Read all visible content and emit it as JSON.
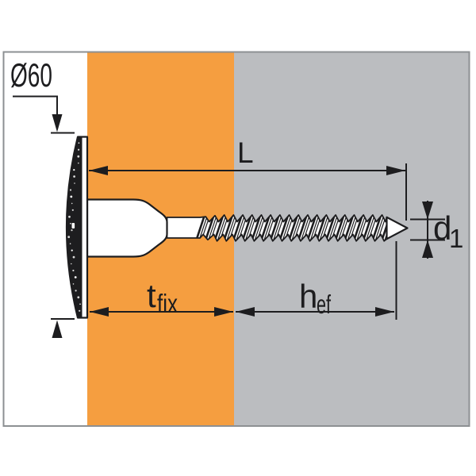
{
  "diagram": {
    "description": "Technical cross-section diagram of an insulation fastener screw through an orange fixture layer into a gray substrate, with dimension annotations",
    "colors": {
      "insulation_orange": "#F59E40",
      "substrate_gray": "#BBBDC0",
      "line": "#1D1D1F",
      "frame_border": "#8D9093",
      "background": "#FFFFFF",
      "subscript_accent": "#EE9D4F"
    },
    "labels": {
      "head_diameter": "Ø60",
      "length": "L",
      "shank_diameter_base": "d",
      "shank_diameter_sub": "1",
      "fixture_thickness_base": "t",
      "fixture_thickness_sub": "fix",
      "embedment_depth_base": "h",
      "embedment_depth_sub": "ef"
    }
  }
}
